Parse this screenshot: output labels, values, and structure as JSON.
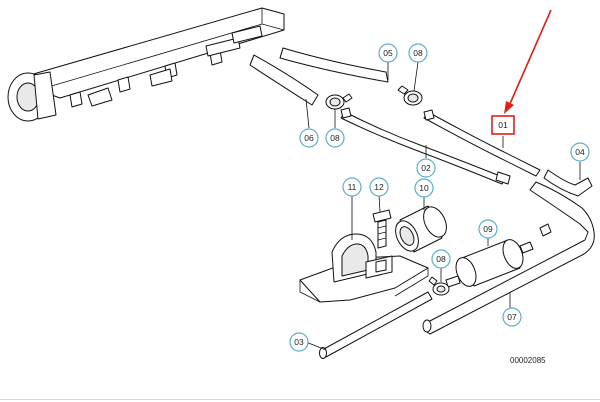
{
  "diagram": {
    "drawing_number": "00002085",
    "selected_part": "01",
    "highlight_color": "#e0201b",
    "callout_color": "#5aaec8",
    "callouts": {
      "c05": "05",
      "c08a": "08",
      "c06": "06",
      "c08b": "08",
      "c02": "02",
      "c04": "04",
      "c11": "11",
      "c12": "12",
      "c10": "10",
      "c09": "09",
      "c08c": "08",
      "c03": "03",
      "c07": "07"
    }
  }
}
